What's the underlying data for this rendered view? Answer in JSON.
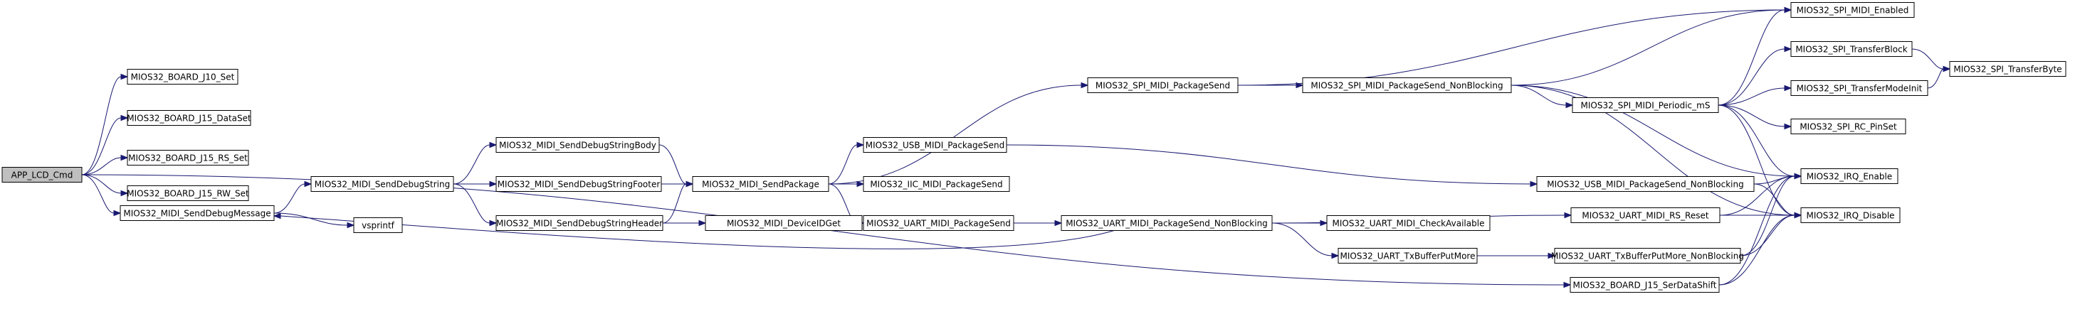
{
  "nodes": [
    {
      "id": "n0",
      "label": "APP_LCD_Cmd",
      "root": true
    },
    {
      "id": "n1",
      "label": "MIOS32_BOARD_J10_Set"
    },
    {
      "id": "n2",
      "label": "MIOS32_BOARD_J15_DataSet"
    },
    {
      "id": "n3",
      "label": "MIOS32_BOARD_J15_RS_Set"
    },
    {
      "id": "n4",
      "label": "MIOS32_BOARD_J15_RW_Set"
    },
    {
      "id": "n5",
      "label": "MIOS32_MIDI_SendDebugMessage"
    },
    {
      "id": "n6",
      "label": "MIOS32_MIDI_SendDebugString"
    },
    {
      "id": "n7",
      "label": "vsprintf"
    },
    {
      "id": "n8",
      "label": "MIOS32_MIDI_SendDebugStringBody"
    },
    {
      "id": "n9",
      "label": "MIOS32_MIDI_SendDebugStringFooter"
    },
    {
      "id": "n10",
      "label": "MIOS32_MIDI_SendDebugStringHeader"
    },
    {
      "id": "n11",
      "label": "MIOS32_MIDI_SendPackage"
    },
    {
      "id": "n12",
      "label": "MIOS32_MIDI_DeviceIDGet"
    },
    {
      "id": "n13",
      "label": "MIOS32_USB_MIDI_PackageSend"
    },
    {
      "id": "n14",
      "label": "MIOS32_IIC_MIDI_PackageSend"
    },
    {
      "id": "n15",
      "label": "MIOS32_UART_MIDI_PackageSend"
    },
    {
      "id": "n16",
      "label": "MIOS32_SPI_MIDI_PackageSend"
    },
    {
      "id": "n17",
      "label": "MIOS32_UART_MIDI_PackageSend_NonBlocking"
    },
    {
      "id": "n18",
      "label": "MIOS32_SPI_MIDI_PackageSend_NonBlocking"
    },
    {
      "id": "n19",
      "label": "MIOS32_UART_MIDI_CheckAvailable"
    },
    {
      "id": "n20",
      "label": "MIOS32_UART_TxBufferPutMore"
    },
    {
      "id": "n21",
      "label": "MIOS32_SPI_MIDI_Periodic_mS"
    },
    {
      "id": "n22",
      "label": "MIOS32_USB_MIDI_PackageSend_NonBlocking"
    },
    {
      "id": "n23",
      "label": "MIOS32_UART_MIDI_RS_Reset"
    },
    {
      "id": "n24",
      "label": "MIOS32_UART_TxBufferPutMore_NonBlocking"
    },
    {
      "id": "n25",
      "label": "MIOS32_BOARD_J15_SerDataShift"
    },
    {
      "id": "n26",
      "label": "MIOS32_SPI_MIDI_Enabled"
    },
    {
      "id": "n27",
      "label": "MIOS32_SPI_TransferBlock"
    },
    {
      "id": "n28",
      "label": "MIOS32_SPI_TransferModeInit"
    },
    {
      "id": "n29",
      "label": "MIOS32_SPI_RC_PinSet"
    },
    {
      "id": "n30",
      "label": "MIOS32_IRQ_Enable"
    },
    {
      "id": "n31",
      "label": "MIOS32_IRQ_Disable"
    },
    {
      "id": "n32",
      "label": "MIOS32_SPI_TransferByte"
    }
  ],
  "edges": [
    [
      "n0",
      "n1"
    ],
    [
      "n0",
      "n2"
    ],
    [
      "n0",
      "n3"
    ],
    [
      "n0",
      "n4"
    ],
    [
      "n0",
      "n5"
    ],
    [
      "n0",
      "n25"
    ],
    [
      "n5",
      "n6"
    ],
    [
      "n5",
      "n7"
    ],
    [
      "n6",
      "n8"
    ],
    [
      "n6",
      "n9"
    ],
    [
      "n6",
      "n10"
    ],
    [
      "n8",
      "n11"
    ],
    [
      "n9",
      "n11"
    ],
    [
      "n10",
      "n11"
    ],
    [
      "n10",
      "n12"
    ],
    [
      "n11",
      "n13"
    ],
    [
      "n11",
      "n14"
    ],
    [
      "n11",
      "n15"
    ],
    [
      "n11",
      "n16"
    ],
    [
      "n13",
      "n22"
    ],
    [
      "n15",
      "n17"
    ],
    [
      "n16",
      "n18"
    ],
    [
      "n16",
      "n26"
    ],
    [
      "n17",
      "n19"
    ],
    [
      "n17",
      "n20"
    ],
    [
      "n17",
      "n23"
    ],
    [
      "n17",
      "n5"
    ],
    [
      "n18",
      "n21"
    ],
    [
      "n18",
      "n26"
    ],
    [
      "n18",
      "n30"
    ],
    [
      "n18",
      "n31"
    ],
    [
      "n20",
      "n24"
    ],
    [
      "n21",
      "n26"
    ],
    [
      "n21",
      "n27"
    ],
    [
      "n21",
      "n28"
    ],
    [
      "n21",
      "n29"
    ],
    [
      "n21",
      "n30"
    ],
    [
      "n21",
      "n31"
    ],
    [
      "n22",
      "n30"
    ],
    [
      "n22",
      "n31"
    ],
    [
      "n23",
      "n30"
    ],
    [
      "n23",
      "n31"
    ],
    [
      "n24",
      "n30"
    ],
    [
      "n24",
      "n31"
    ],
    [
      "n25",
      "n30"
    ],
    [
      "n25",
      "n31"
    ],
    [
      "n27",
      "n32"
    ],
    [
      "n28",
      "n32"
    ]
  ]
}
